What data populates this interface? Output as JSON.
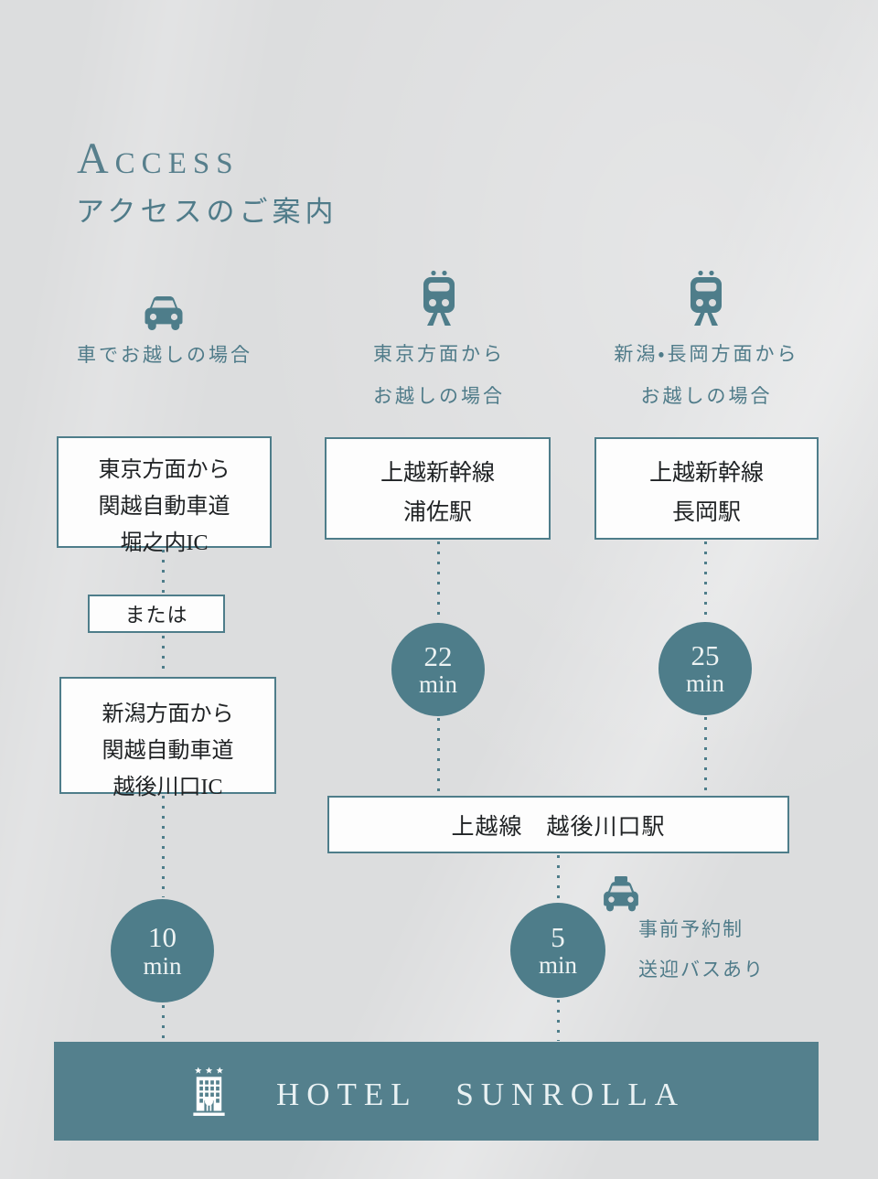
{
  "page": {
    "title_en_initial": "A",
    "title_en_rest": "CCESS",
    "title_ja": "アクセスのご案内"
  },
  "methods": {
    "car": {
      "icon": "car-icon",
      "labels": [
        "車でお越しの場合"
      ]
    },
    "tokyo": {
      "icon": "train-icon",
      "labels": [
        "東京方面から",
        "お越しの場合"
      ]
    },
    "niigata": {
      "icon": "train-icon",
      "labels": [
        "新潟・長岡方面から",
        "お越しの場合"
      ]
    }
  },
  "route_car": {
    "box1": [
      "東京方面から",
      "関越自動車道",
      "堀之内IC"
    ],
    "or_label": "または",
    "box2": [
      "新潟方面から",
      "関越自動車道",
      "越後川口IC"
    ],
    "duration": {
      "value": "10",
      "unit": "min"
    }
  },
  "route_tokyo": {
    "box": [
      "上越新幹線",
      "浦佐駅"
    ],
    "duration": {
      "value": "22",
      "unit": "min"
    }
  },
  "route_niigata": {
    "box": [
      "上越新幹線",
      "長岡駅"
    ],
    "duration": {
      "value": "25",
      "unit": "min"
    }
  },
  "route_local": {
    "station_box": "上越線　越後川口駅",
    "duration": {
      "value": "5",
      "unit": "min"
    },
    "shuttle_icon": "taxi-icon",
    "shuttle_notes": [
      "事前予約制",
      "送迎バスあり"
    ]
  },
  "footer": {
    "icon": "hotel-icon",
    "hotel_name": "HOTEL　SUNROLLA"
  },
  "colors": {
    "accent": "#4e7d8a",
    "banner_bg": "#54808d",
    "background": "#dcddde",
    "box_bg": "#fdfdfd",
    "title": "#577f8c",
    "banner_text": "#e9f1f3"
  }
}
